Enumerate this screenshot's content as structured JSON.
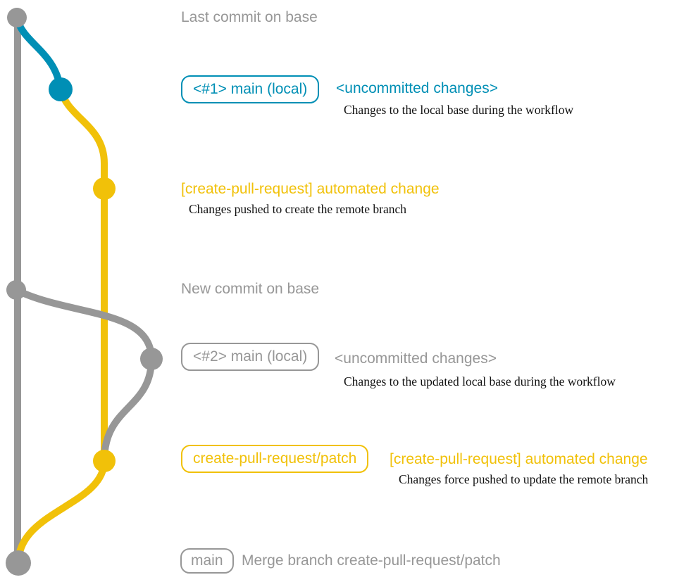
{
  "colors": {
    "gray": "#979797",
    "blue": "#008fb5",
    "yellow": "#f1c109",
    "caption": "#111111",
    "background": "#ffffff"
  },
  "graph": {
    "type": "git-graph",
    "branches": [
      {
        "name": "base",
        "color": "gray"
      },
      {
        "name": "main (local) #1",
        "color": "blue"
      },
      {
        "name": "create-pull-request/patch",
        "color": "yellow"
      },
      {
        "name": "main (local) #2",
        "color": "gray"
      }
    ],
    "commits": [
      {
        "dot": "base-tip",
        "color": "gray",
        "message": "Last commit on base"
      },
      {
        "dot": "main-local-1",
        "color": "blue",
        "label": "<#1> main (local)",
        "message": "<uncommitted changes>"
      },
      {
        "dot": "cpr-commit-1",
        "color": "yellow",
        "message": "[create-pull-request] automated change"
      },
      {
        "dot": "base-new",
        "color": "gray",
        "message": "New commit on base"
      },
      {
        "dot": "main-local-2",
        "color": "gray",
        "label": "<#2> main (local)",
        "message": "<uncommitted changes>"
      },
      {
        "dot": "cpr-commit-2",
        "color": "yellow",
        "label": "create-pull-request/patch",
        "message": "[create-pull-request] automated change"
      },
      {
        "dot": "merge-commit",
        "color": "gray",
        "label": "main",
        "message": "Merge branch create-pull-request/patch"
      }
    ]
  },
  "rows": {
    "heading1": "Last commit on base",
    "row1": {
      "badge": "<#1> main (local)",
      "message": "<uncommitted changes>",
      "caption": "Changes to the local base during the workflow"
    },
    "row2": {
      "message": "[create-pull-request] automated change",
      "caption": "Changes pushed to create the remote branch"
    },
    "heading2": "New commit on base",
    "row4": {
      "badge": "<#2> main (local)",
      "message": "<uncommitted changes>",
      "caption": "Changes to the updated local base during the workflow"
    },
    "row5": {
      "badge": "create-pull-request/patch",
      "message": "[create-pull-request] automated change",
      "caption": "Changes force pushed to update the remote branch"
    },
    "row6": {
      "badge": "main",
      "message": "Merge branch create-pull-request/patch"
    }
  }
}
